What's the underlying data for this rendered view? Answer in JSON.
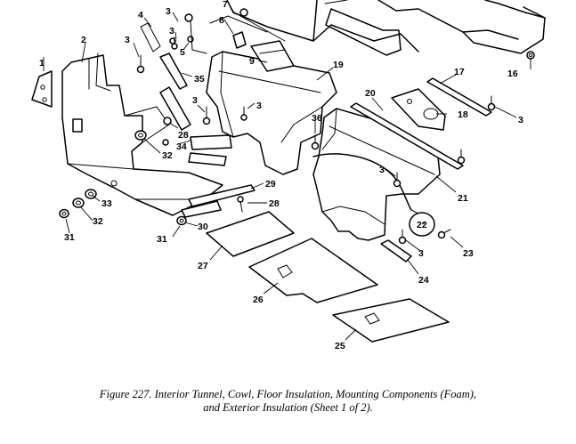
{
  "figure": {
    "caption_line1": "Figure 227.  Interior Tunnel, Cowl, Floor Insulation, Mounting Components (Foam),",
    "caption_line2": "and Exterior Insulation (Sheet 1 of 2)."
  },
  "callouts": {
    "c1": "1",
    "c2": "2",
    "c3a": "3",
    "c3b": "3",
    "c3c": "3",
    "c3d": "3",
    "c3e": "3",
    "c3f": "3",
    "c3g": "3",
    "c4": "4",
    "c5": "5",
    "c7": "7",
    "c8": "8",
    "c9": "9",
    "c16": "16",
    "c17": "17",
    "c18": "18",
    "c19": "19",
    "c20": "20",
    "c21": "21",
    "c22": "22",
    "c23": "23",
    "c24": "24",
    "c25": "25",
    "c26": "26",
    "c27": "27",
    "c28a": "28",
    "c28b": "28",
    "c29": "29",
    "c30": "30",
    "c31a": "31",
    "c31b": "31",
    "c32a": "32",
    "c32b": "32",
    "c33": "33",
    "c34": "34",
    "c35": "35",
    "c36": "36"
  }
}
